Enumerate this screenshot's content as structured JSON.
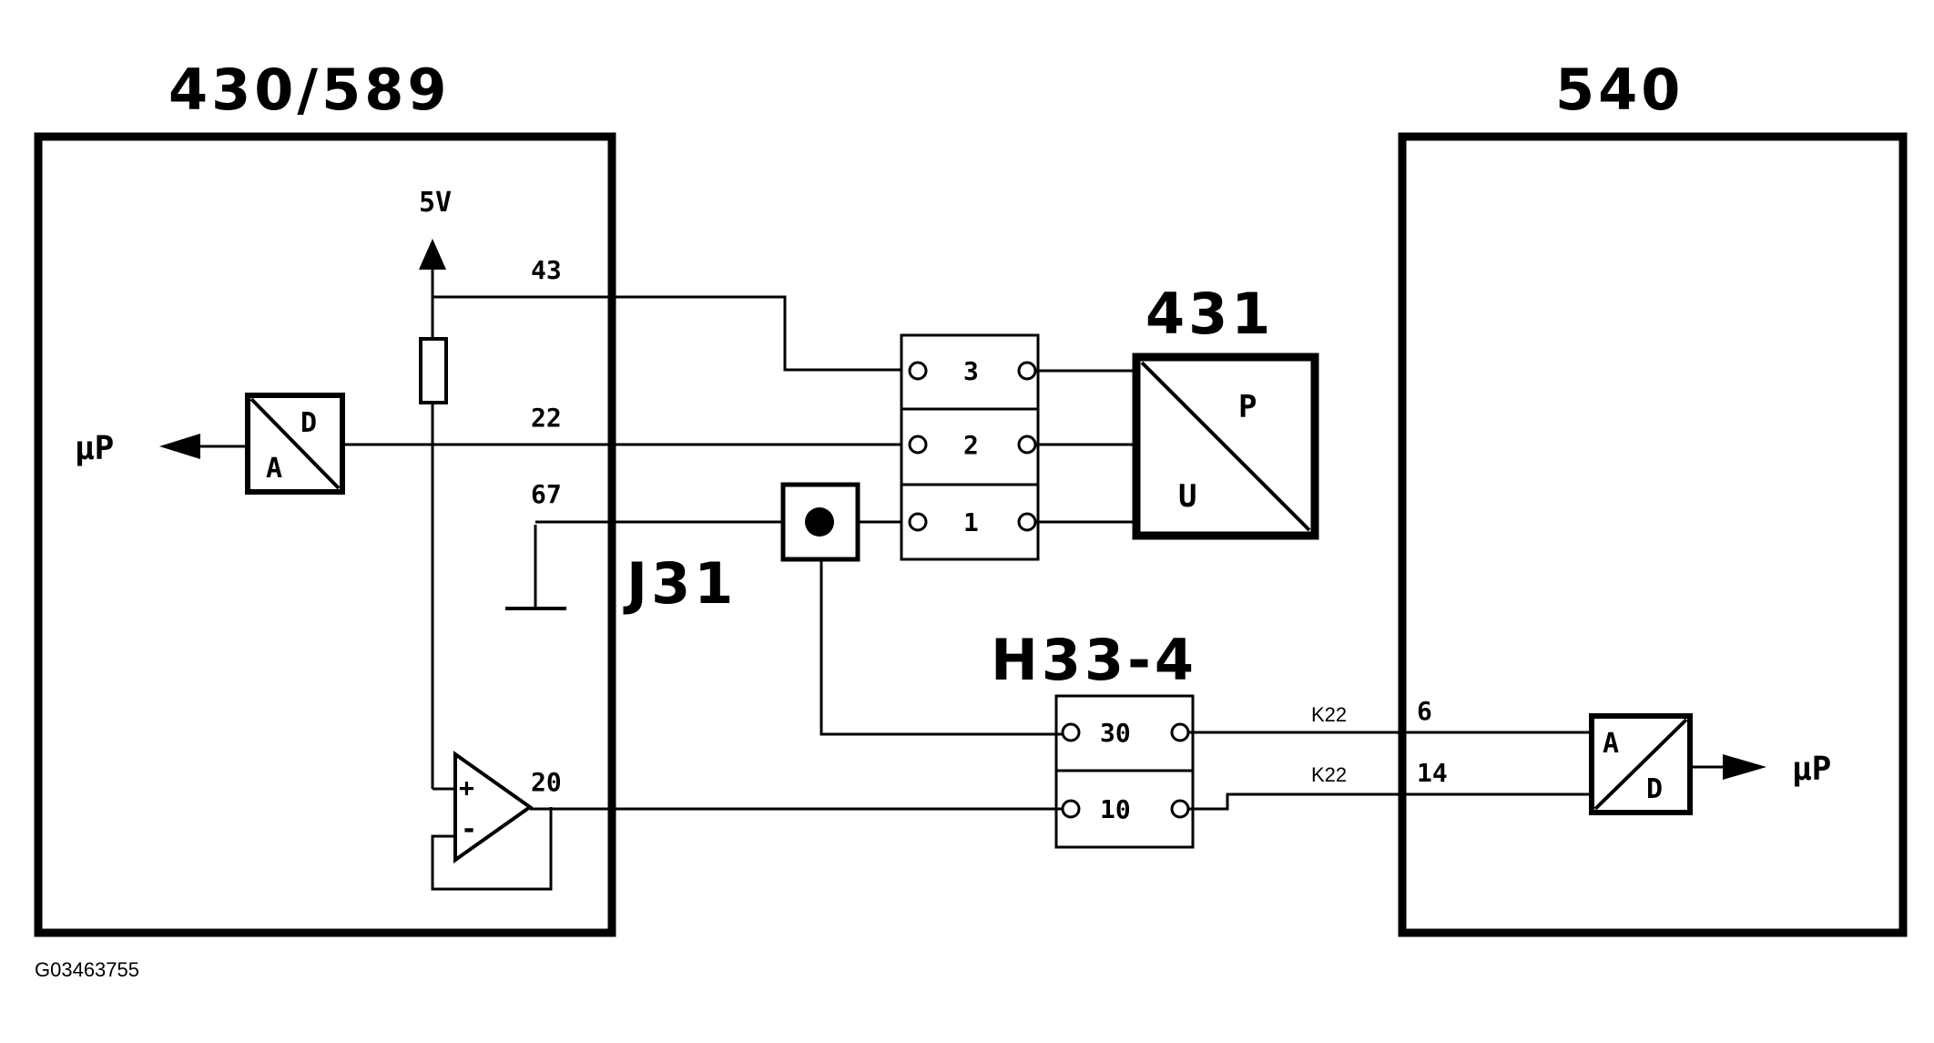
{
  "modules": {
    "ecu_left": {
      "label": "430/589"
    },
    "ecu_right": {
      "label": "540"
    },
    "sensor": {
      "label": "431",
      "p_label": "P",
      "u_label": "U"
    },
    "junction": {
      "label": "J31"
    },
    "connector": {
      "label": "H33-4",
      "pin_a": "30",
      "pin_b": "10"
    }
  },
  "supply": {
    "label": "5V"
  },
  "pins": {
    "p43": "43",
    "p22": "22",
    "p67": "67",
    "p20": "20",
    "p6": "6",
    "p14": "14"
  },
  "sensor_connector": {
    "pin3": "3",
    "pin2": "2",
    "pin1": "1"
  },
  "adc_left": {
    "a": "A",
    "d": "D",
    "out": "µP"
  },
  "adc_right": {
    "a": "A",
    "d": "D",
    "out": "µP"
  },
  "opamp": {
    "plus": "+",
    "minus": "-"
  },
  "wires": {
    "code_top": "K22",
    "code_bottom": "K22"
  },
  "figure_id": "G03463755"
}
